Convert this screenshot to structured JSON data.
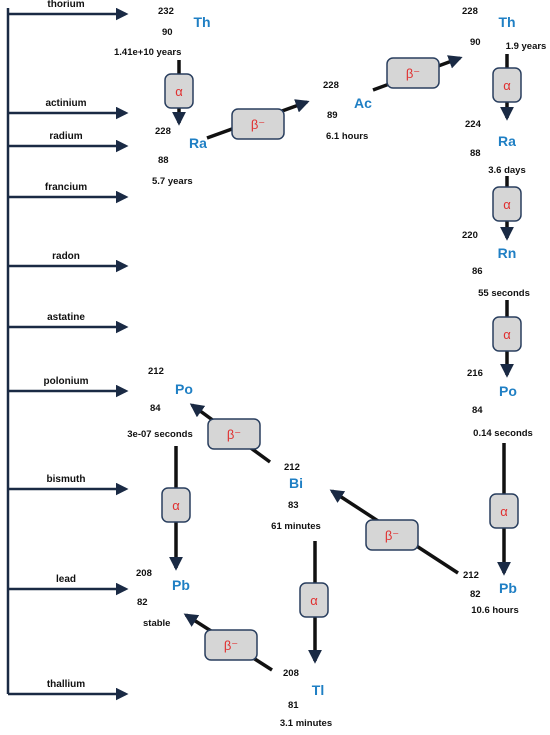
{
  "colors": {
    "element_symbol": "#1f7fc4",
    "decay_box_fill": "#d6d6d6",
    "decay_box_stroke": "#2a3f5f",
    "decay_text": "#e03030",
    "axis": "#1a2a44",
    "text": "#111111"
  },
  "elements": [
    {
      "id": "thorium",
      "label": "thorium"
    },
    {
      "id": "actinium",
      "label": "actinium"
    },
    {
      "id": "radium",
      "label": "radium"
    },
    {
      "id": "francium",
      "label": "francium"
    },
    {
      "id": "radon",
      "label": "radon"
    },
    {
      "id": "astatine",
      "label": "astatine"
    },
    {
      "id": "polonium",
      "label": "polonium"
    },
    {
      "id": "bismuth",
      "label": "bismuth"
    },
    {
      "id": "lead",
      "label": "lead"
    },
    {
      "id": "thallium",
      "label": "thallium"
    }
  ],
  "nuclides": [
    {
      "id": "th232",
      "symbol": "Th",
      "mass": "232",
      "atomic": "90",
      "halflife": "1.41e+10 years"
    },
    {
      "id": "ra228",
      "symbol": "Ra",
      "mass": "228",
      "atomic": "88",
      "halflife": "5.7 years"
    },
    {
      "id": "ac228",
      "symbol": "Ac",
      "mass": "228",
      "atomic": "89",
      "halflife": "6.1 hours"
    },
    {
      "id": "th228",
      "symbol": "Th",
      "mass": "228",
      "atomic": "90",
      "halflife": "1.9 years"
    },
    {
      "id": "ra224",
      "symbol": "Ra",
      "mass": "224",
      "atomic": "88",
      "halflife": "3.6 days"
    },
    {
      "id": "rn220",
      "symbol": "Rn",
      "mass": "220",
      "atomic": "86",
      "halflife": "55 seconds"
    },
    {
      "id": "po216",
      "symbol": "Po",
      "mass": "216",
      "atomic": "84",
      "halflife": "0.14 seconds"
    },
    {
      "id": "pb212",
      "symbol": "Pb",
      "mass": "212",
      "atomic": "82",
      "halflife": "10.6 hours"
    },
    {
      "id": "bi212",
      "symbol": "Bi",
      "mass": "212",
      "atomic": "83",
      "halflife": "61 minutes"
    },
    {
      "id": "po212",
      "symbol": "Po",
      "mass": "212",
      "atomic": "84",
      "halflife": "3e-07 seconds"
    },
    {
      "id": "tl208",
      "symbol": "Tl",
      "mass": "208",
      "atomic": "81",
      "halflife": "3.1 minutes"
    },
    {
      "id": "pb208",
      "symbol": "Pb",
      "mass": "208",
      "atomic": "82",
      "halflife": "stable"
    }
  ],
  "decays": [
    {
      "from": "th232",
      "to": "ra228",
      "type": "α"
    },
    {
      "from": "ra228",
      "to": "ac228",
      "type": "β⁻"
    },
    {
      "from": "ac228",
      "to": "th228",
      "type": "β⁻"
    },
    {
      "from": "th228",
      "to": "ra224",
      "type": "α"
    },
    {
      "from": "ra224",
      "to": "rn220",
      "type": "α"
    },
    {
      "from": "rn220",
      "to": "po216",
      "type": "α"
    },
    {
      "from": "po216",
      "to": "pb212",
      "type": "α"
    },
    {
      "from": "pb212",
      "to": "bi212",
      "type": "β⁻"
    },
    {
      "from": "bi212",
      "to": "po212",
      "type": "β⁻"
    },
    {
      "from": "bi212",
      "to": "tl208",
      "type": "α"
    },
    {
      "from": "po212",
      "to": "pb208",
      "type": "α"
    },
    {
      "from": "tl208",
      "to": "pb208",
      "type": "β⁻"
    }
  ]
}
